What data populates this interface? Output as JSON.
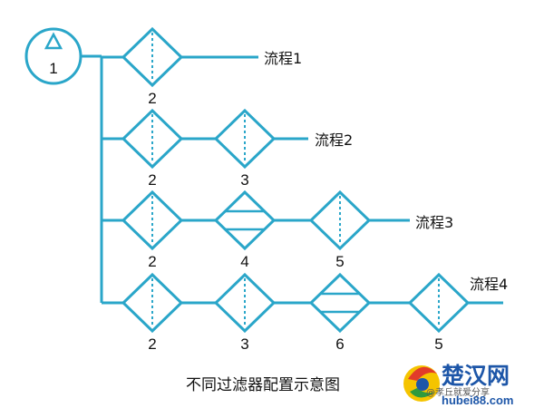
{
  "source": {
    "label": "1"
  },
  "flows": [
    {
      "label": "流程1",
      "filters": [
        {
          "number": "2",
          "kind": "dashed-diamond"
        }
      ]
    },
    {
      "label": "流程2",
      "filters": [
        {
          "number": "2",
          "kind": "dashed-diamond"
        },
        {
          "number": "3",
          "kind": "dashed-diamond"
        }
      ]
    },
    {
      "label": "流程3",
      "filters": [
        {
          "number": "2",
          "kind": "dashed-diamond"
        },
        {
          "number": "4",
          "kind": "two-line-diamond"
        },
        {
          "number": "5",
          "kind": "dashed-diamond"
        }
      ]
    },
    {
      "label": "流程4",
      "filters": [
        {
          "number": "2",
          "kind": "dashed-diamond"
        },
        {
          "number": "3",
          "kind": "dashed-diamond"
        },
        {
          "number": "6",
          "kind": "two-line-diamond"
        },
        {
          "number": "5",
          "kind": "dashed-diamond"
        }
      ]
    }
  ],
  "caption": "不同过滤器配置示意图",
  "watermark": {
    "name": "楚汉网",
    "sub": "@孝丘就爱分享",
    "url": "hubei88.com"
  },
  "colors": {
    "accent": "#2aa6c9",
    "text": "#111111",
    "watermark": "#1d56a8"
  }
}
